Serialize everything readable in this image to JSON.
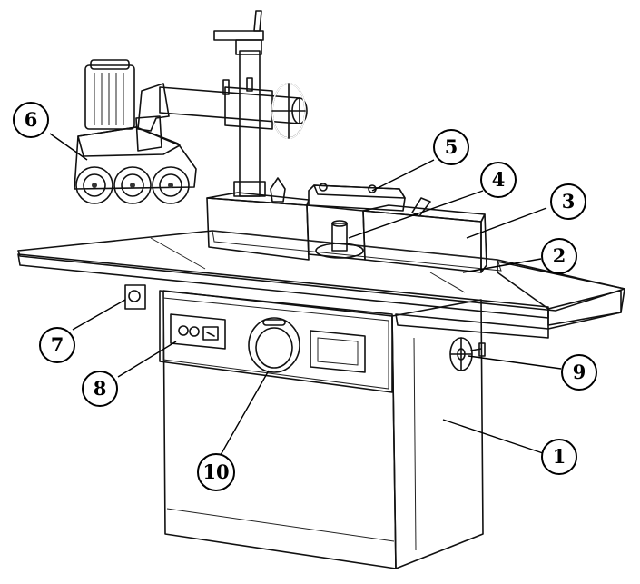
{
  "colors": {
    "outline": "#111111",
    "metal_light": "#e4e4e4",
    "metal_mid": "#bdbdbd",
    "metal_dark": "#6e6e6e",
    "panel": "#cfcfcf",
    "callout_fill": "#ffffff"
  },
  "callouts": [
    {
      "id": "1",
      "label": "1",
      "part": "base-cabinet"
    },
    {
      "id": "2",
      "label": "2",
      "part": "work-table"
    },
    {
      "id": "3",
      "label": "3",
      "part": "fence-right"
    },
    {
      "id": "4",
      "label": "4",
      "part": "spindle"
    },
    {
      "id": "5",
      "label": "5",
      "part": "guard-top"
    },
    {
      "id": "6",
      "label": "6",
      "part": "power-feeder"
    },
    {
      "id": "7",
      "label": "7",
      "part": "side-switch"
    },
    {
      "id": "8",
      "label": "8",
      "part": "control-panel"
    },
    {
      "id": "9",
      "label": "9",
      "part": "height-handwheel"
    },
    {
      "id": "10",
      "label": "10",
      "part": "speed-dial"
    }
  ]
}
